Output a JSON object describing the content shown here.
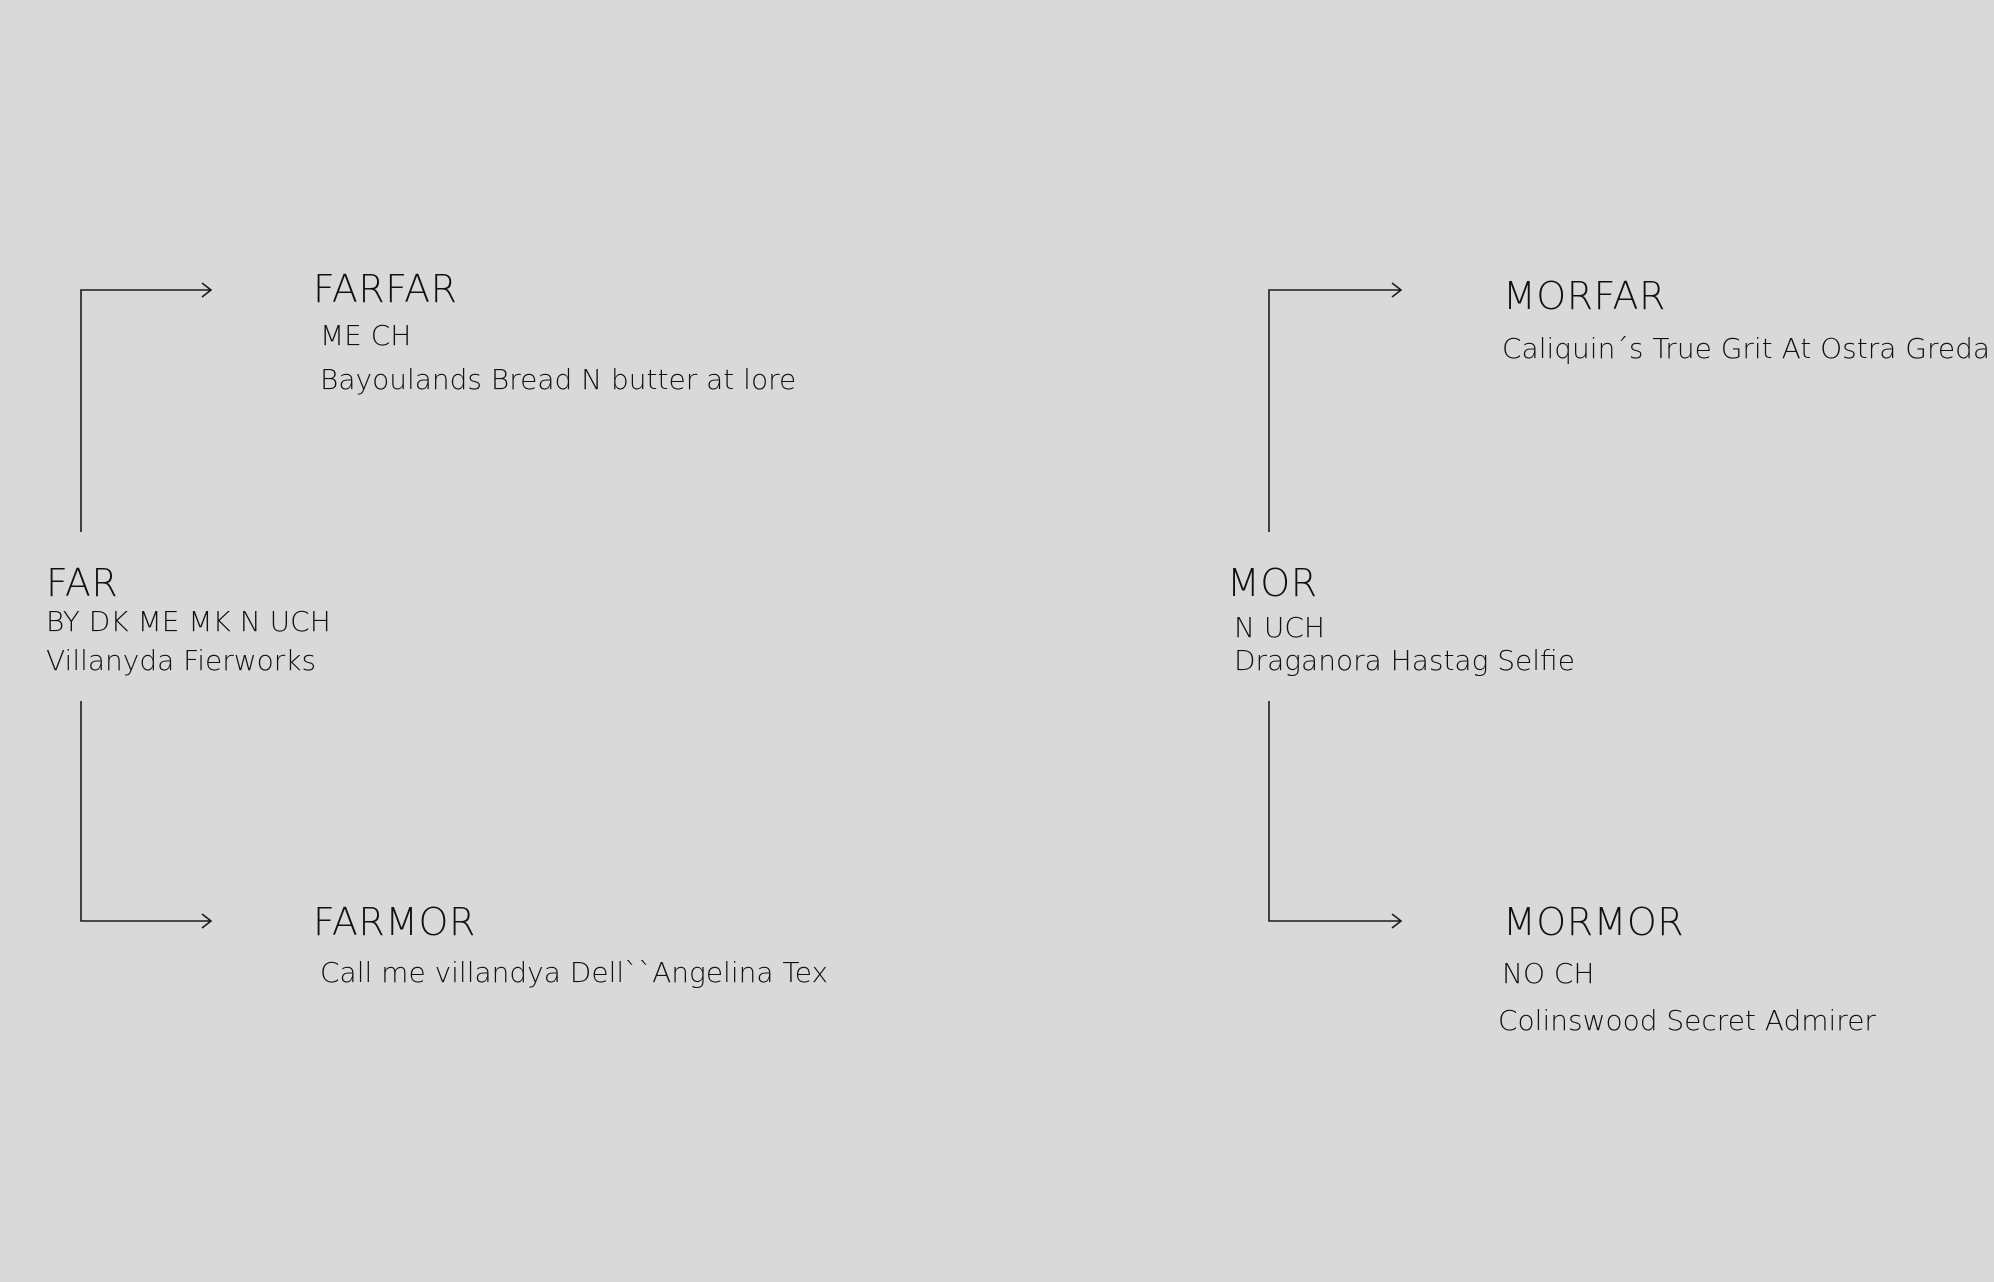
{
  "pedigree": {
    "father": {
      "title": "FAR",
      "titles_line": "BY DK ME MK N UCH",
      "name": "Villanyda Fierworks"
    },
    "paternal_grandfather": {
      "title": "FARFAR",
      "titles_line": "ME CH",
      "name": "Bayoulands Bread N butter at lore"
    },
    "paternal_grandmother": {
      "title": "FARMOR",
      "name": "Call me villandya Dell``Angelina Tex"
    },
    "mother": {
      "title": "MOR",
      "titles_line": "N UCH",
      "name": "Draganora Hastag Selfie"
    },
    "maternal_grandfather": {
      "title": "MORFAR",
      "name": "Caliquin´s True Grit At Ostra Greda"
    },
    "maternal_grandmother": {
      "title": "MORMOR",
      "titles_line": "NO CH",
      "name": "Colinswood Secret Admirer"
    }
  },
  "colors": {
    "background": "#d9d9d9",
    "text": "#111111",
    "line": "#1a1a1a"
  }
}
